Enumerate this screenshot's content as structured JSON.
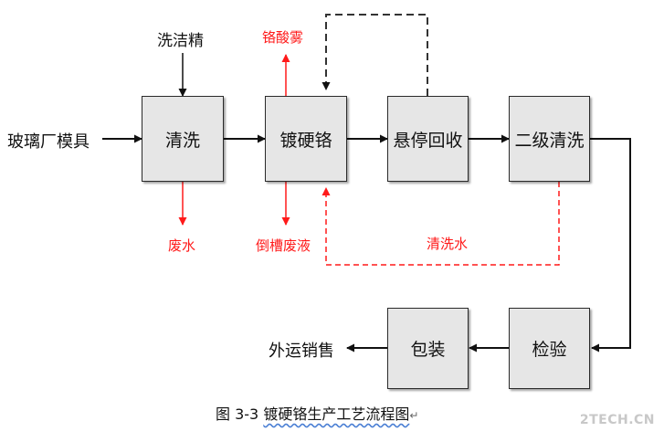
{
  "input_label": "玻璃厂模具",
  "output_label": "外运销售",
  "boxes": {
    "clean": "清洗",
    "plating": "镀硬铬",
    "recovery": "悬停回收",
    "rinse2": "二级清洗",
    "inspect": "检验",
    "package": "包装"
  },
  "labels": {
    "detergent": "洗洁精",
    "chrome_mist": "铬酸雾",
    "waste_water": "废水",
    "tank_waste": "倒槽废液",
    "rinse_water": "清洗水"
  },
  "caption": {
    "prefix": "图 3-3",
    "title": "镀硬铬生产工艺流程图",
    "mark": "↵"
  },
  "watermark": "2TECH.CN",
  "colors": {
    "flow": "#111111",
    "waste": "#ff1a1a",
    "recycle": "#333333"
  }
}
